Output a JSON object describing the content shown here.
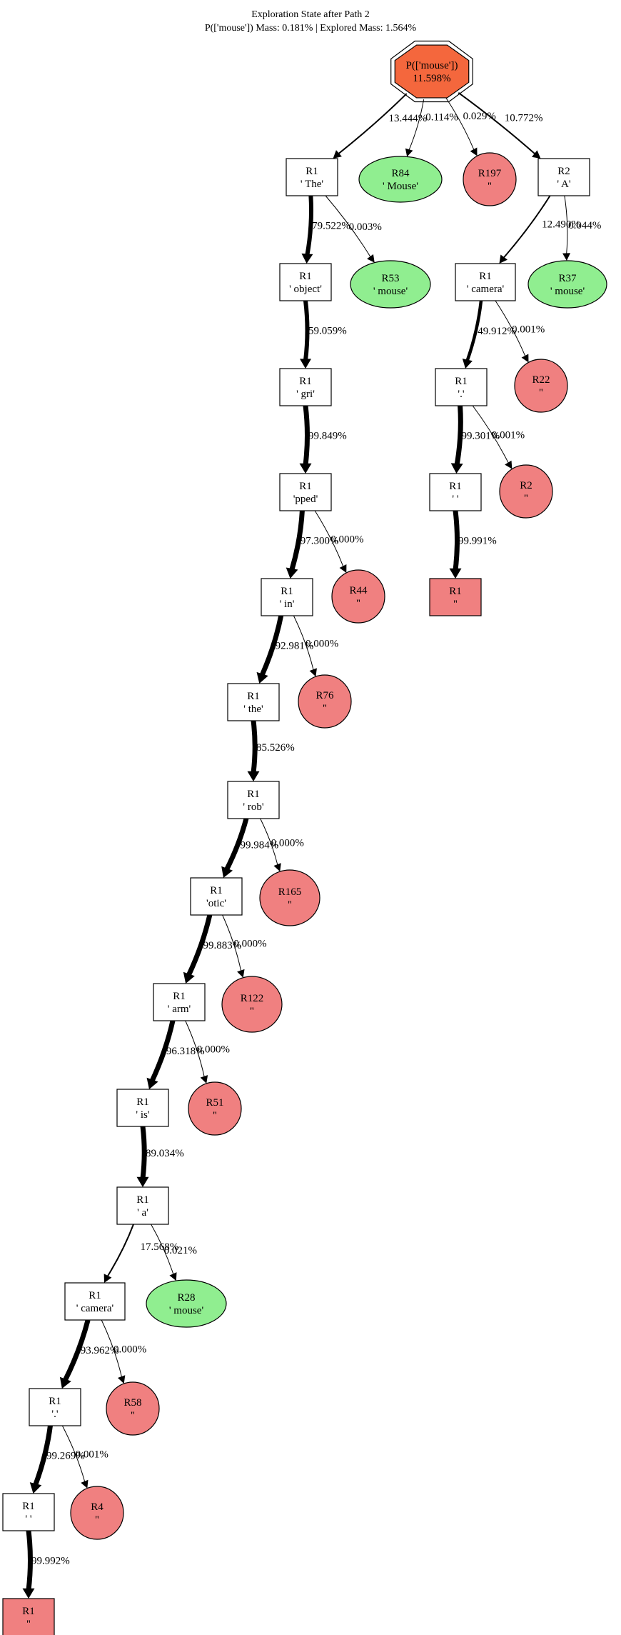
{
  "title": {
    "line1": "Exploration State after Path 2",
    "line2": "P(['mouse']) Mass: 0.181% | Explored Mass: 1.564%"
  },
  "colors": {
    "root_fill": "#f4673d",
    "accept_fill": "#90ee90",
    "reject_fill": "#f08080",
    "box_fill": "#ffffff",
    "stroke": "#000000"
  },
  "nodes": [
    {
      "id": "root",
      "shape": "octagon",
      "fill": "root",
      "lines": [
        "P(['mouse'])",
        "11.598%"
      ]
    },
    {
      "id": "r1_the",
      "shape": "box",
      "fill": "box",
      "lines": [
        "R1",
        "' The'"
      ]
    },
    {
      "id": "r84",
      "shape": "ellipse",
      "fill": "accept",
      "lines": [
        "R84",
        "' Mouse'"
      ]
    },
    {
      "id": "r197",
      "shape": "circle",
      "fill": "reject",
      "lines": [
        "R197",
        "''"
      ]
    },
    {
      "id": "r2_a",
      "shape": "box",
      "fill": "box",
      "lines": [
        "R2",
        "' A'"
      ]
    },
    {
      "id": "r1_object",
      "shape": "box",
      "fill": "box",
      "lines": [
        "R1",
        "' object'"
      ]
    },
    {
      "id": "r53",
      "shape": "ellipse",
      "fill": "accept",
      "lines": [
        "R53",
        "' mouse'"
      ]
    },
    {
      "id": "r1_camera_a",
      "shape": "box",
      "fill": "box",
      "lines": [
        "R1",
        "' camera'"
      ]
    },
    {
      "id": "r37",
      "shape": "ellipse",
      "fill": "accept",
      "lines": [
        "R37",
        "' mouse'"
      ]
    },
    {
      "id": "r1_gri",
      "shape": "box",
      "fill": "box",
      "lines": [
        "R1",
        "' gri'"
      ]
    },
    {
      "id": "r1_dot_a",
      "shape": "box",
      "fill": "box",
      "lines": [
        "R1",
        "'.'"
      ]
    },
    {
      "id": "r22",
      "shape": "circle",
      "fill": "reject",
      "lines": [
        "R22",
        "''"
      ]
    },
    {
      "id": "r1_pped",
      "shape": "box",
      "fill": "box",
      "lines": [
        "R1",
        "'pped'"
      ]
    },
    {
      "id": "r1_sp_a",
      "shape": "box",
      "fill": "box",
      "lines": [
        "R1",
        "' '"
      ]
    },
    {
      "id": "r2_b",
      "shape": "circle",
      "fill": "reject",
      "lines": [
        "R2",
        "''"
      ]
    },
    {
      "id": "r1_end_a",
      "shape": "box",
      "fill": "reject",
      "lines": [
        "R1",
        "''"
      ]
    },
    {
      "id": "r1_in",
      "shape": "box",
      "fill": "box",
      "lines": [
        "R1",
        "' in'"
      ]
    },
    {
      "id": "r44",
      "shape": "circle",
      "fill": "reject",
      "lines": [
        "R44",
        "''"
      ]
    },
    {
      "id": "r1_the2",
      "shape": "box",
      "fill": "box",
      "lines": [
        "R1",
        "' the'"
      ]
    },
    {
      "id": "r76",
      "shape": "circle",
      "fill": "reject",
      "lines": [
        "R76",
        "''"
      ]
    },
    {
      "id": "r1_rob",
      "shape": "box",
      "fill": "box",
      "lines": [
        "R1",
        "' rob'"
      ]
    },
    {
      "id": "r1_otic",
      "shape": "box",
      "fill": "box",
      "lines": [
        "R1",
        "'otic'"
      ]
    },
    {
      "id": "r165",
      "shape": "circle",
      "fill": "reject",
      "lines": [
        "R165",
        "''"
      ]
    },
    {
      "id": "r1_arm",
      "shape": "box",
      "fill": "box",
      "lines": [
        "R1",
        "' arm'"
      ]
    },
    {
      "id": "r122",
      "shape": "circle",
      "fill": "reject",
      "lines": [
        "R122",
        "''"
      ]
    },
    {
      "id": "r1_is",
      "shape": "box",
      "fill": "box",
      "lines": [
        "R1",
        "' is'"
      ]
    },
    {
      "id": "r51",
      "shape": "circle",
      "fill": "reject",
      "lines": [
        "R51",
        "''"
      ]
    },
    {
      "id": "r1_a2",
      "shape": "box",
      "fill": "box",
      "lines": [
        "R1",
        "' a'"
      ]
    },
    {
      "id": "r1_camera_b",
      "shape": "box",
      "fill": "box",
      "lines": [
        "R1",
        "' camera'"
      ]
    },
    {
      "id": "r28",
      "shape": "ellipse",
      "fill": "accept",
      "lines": [
        "R28",
        "' mouse'"
      ]
    },
    {
      "id": "r1_dot_b",
      "shape": "box",
      "fill": "box",
      "lines": [
        "R1",
        "'.'"
      ]
    },
    {
      "id": "r58",
      "shape": "circle",
      "fill": "reject",
      "lines": [
        "R58",
        "''"
      ]
    },
    {
      "id": "r1_sp_b",
      "shape": "box",
      "fill": "box",
      "lines": [
        "R1",
        "' '"
      ]
    },
    {
      "id": "r4",
      "shape": "circle",
      "fill": "reject",
      "lines": [
        "R4",
        "''"
      ]
    },
    {
      "id": "r1_end_b",
      "shape": "box",
      "fill": "reject",
      "lines": [
        "R1",
        "''"
      ]
    }
  ],
  "edges": [
    {
      "from": "root",
      "to": "r1_the",
      "prob": 13.444,
      "label": "13.444%"
    },
    {
      "from": "root",
      "to": "r84",
      "prob": 0.114,
      "label": "0.114%"
    },
    {
      "from": "root",
      "to": "r197",
      "prob": 0.029,
      "label": "0.029%"
    },
    {
      "from": "root",
      "to": "r2_a",
      "prob": 10.772,
      "label": "10.772%"
    },
    {
      "from": "r1_the",
      "to": "r1_object",
      "prob": 79.522,
      "label": "79.522%"
    },
    {
      "from": "r1_the",
      "to": "r53",
      "prob": 0.003,
      "label": "0.003%"
    },
    {
      "from": "r2_a",
      "to": "r1_camera_a",
      "prob": 12.49,
      "label": "12.490%"
    },
    {
      "from": "r2_a",
      "to": "r37",
      "prob": 0.044,
      "label": "0.044%"
    },
    {
      "from": "r1_object",
      "to": "r1_gri",
      "prob": 59.059,
      "label": "59.059%"
    },
    {
      "from": "r1_camera_a",
      "to": "r1_dot_a",
      "prob": 49.912,
      "label": "49.912%"
    },
    {
      "from": "r1_camera_a",
      "to": "r22",
      "prob": 0.001,
      "label": "0.001%"
    },
    {
      "from": "r1_gri",
      "to": "r1_pped",
      "prob": 99.849,
      "label": "99.849%"
    },
    {
      "from": "r1_dot_a",
      "to": "r1_sp_a",
      "prob": 99.301,
      "label": "99.301%"
    },
    {
      "from": "r1_dot_a",
      "to": "r2_b",
      "prob": 0.001,
      "label": "0.001%"
    },
    {
      "from": "r1_sp_a",
      "to": "r1_end_a",
      "prob": 99.991,
      "label": "99.991%"
    },
    {
      "from": "r1_pped",
      "to": "r1_in",
      "prob": 97.3,
      "label": "97.300%"
    },
    {
      "from": "r1_pped",
      "to": "r44",
      "prob": 0.0,
      "label": "0.000%"
    },
    {
      "from": "r1_in",
      "to": "r1_the2",
      "prob": 92.981,
      "label": "92.981%"
    },
    {
      "from": "r1_in",
      "to": "r76",
      "prob": 0.0,
      "label": "0.000%"
    },
    {
      "from": "r1_the2",
      "to": "r1_rob",
      "prob": 85.526,
      "label": "85.526%"
    },
    {
      "from": "r1_rob",
      "to": "r1_otic",
      "prob": 99.984,
      "label": "99.984%"
    },
    {
      "from": "r1_rob",
      "to": "r165",
      "prob": 0.0,
      "label": "0.000%"
    },
    {
      "from": "r1_otic",
      "to": "r1_arm",
      "prob": 99.883,
      "label": "99.883%"
    },
    {
      "from": "r1_otic",
      "to": "r122",
      "prob": 0.0,
      "label": "0.000%"
    },
    {
      "from": "r1_arm",
      "to": "r1_is",
      "prob": 96.318,
      "label": "96.318%"
    },
    {
      "from": "r1_arm",
      "to": "r51",
      "prob": 0.0,
      "label": "0.000%"
    },
    {
      "from": "r1_is",
      "to": "r1_a2",
      "prob": 89.034,
      "label": "89.034%"
    },
    {
      "from": "r1_a2",
      "to": "r1_camera_b",
      "prob": 17.568,
      "label": "17.568%"
    },
    {
      "from": "r1_a2",
      "to": "r28",
      "prob": 0.021,
      "label": "0.021%"
    },
    {
      "from": "r1_camera_b",
      "to": "r1_dot_b",
      "prob": 93.962,
      "label": "93.962%"
    },
    {
      "from": "r1_camera_b",
      "to": "r58",
      "prob": 0.0,
      "label": "0.000%"
    },
    {
      "from": "r1_dot_b",
      "to": "r1_sp_b",
      "prob": 99.269,
      "label": "99.269%"
    },
    {
      "from": "r1_dot_b",
      "to": "r4",
      "prob": 0.001,
      "label": "0.001%"
    },
    {
      "from": "r1_sp_b",
      "to": "r1_end_b",
      "prob": 99.992,
      "label": "99.992%"
    }
  ]
}
